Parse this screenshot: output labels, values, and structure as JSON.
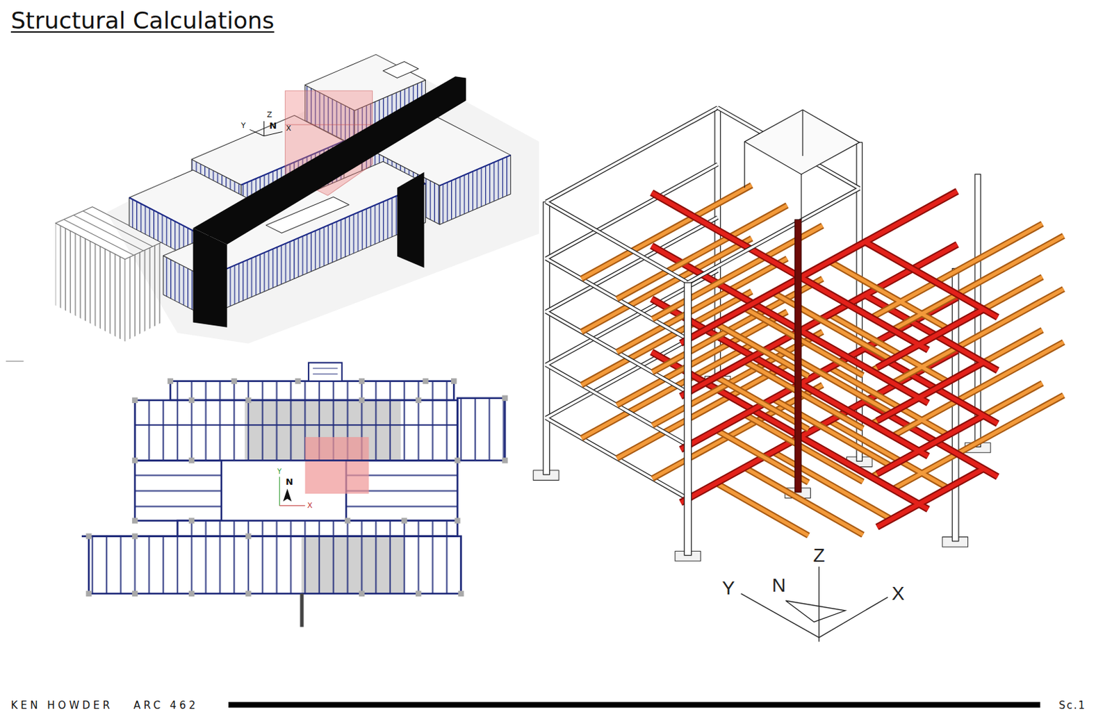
{
  "diagram": {
    "title": "Structural Calculations",
    "labels": [
      "Z",
      "Y",
      "N",
      "X",
      "Y",
      "N",
      "X",
      "Z",
      "Y",
      "N",
      "X",
      "KEN HOWDER",
      "ARC 462",
      "Sc.1"
    ]
  }
}
